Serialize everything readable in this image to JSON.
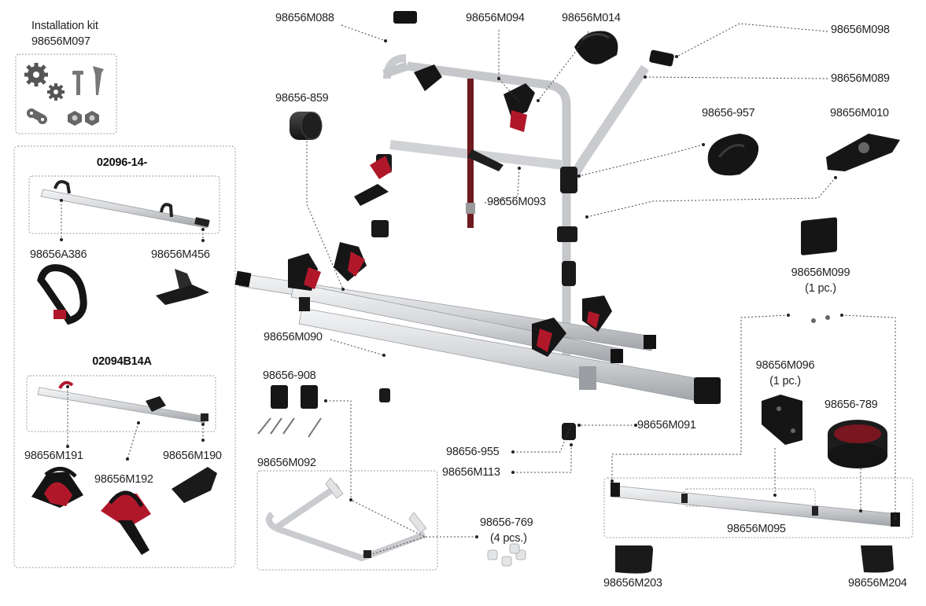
{
  "installation_kit": {
    "title": "Installation kit",
    "code": "98656M097"
  },
  "groups": {
    "bar_a": {
      "code": "02096-14-"
    },
    "bar_b": {
      "code": "02094B14A"
    }
  },
  "parts": {
    "p_a386": "98656A386",
    "p_m456": "98656M456",
    "p_m191": "98656M191",
    "p_m192": "98656M192",
    "p_m190": "98656M190",
    "p_m088": "98656M088",
    "p_m094": "98656M094",
    "p_m014": "98656M014",
    "p_m098": "98656M098",
    "p_m089": "98656M089",
    "p_859": "98656-859",
    "p_957": "98656-957",
    "p_m010": "98656M010",
    "p_m093": "98656M093",
    "p_m090": "98656M090",
    "p_908": "98656-908",
    "p_m092": "98656M092",
    "p_955": "98656-955",
    "p_m113": "98656M113",
    "p_m091": "98656M091",
    "p_769": "98656-769",
    "p_769_qty": "(4 pcs.)",
    "p_m099": "98656M099",
    "p_m099_qty": "(1 pc.)",
    "p_m096": "98656M096",
    "p_m096_qty": "(1 pc.)",
    "p_789": "98656-789",
    "p_m095": "98656M095",
    "p_m203": "98656M203",
    "p_m204": "98656M204"
  },
  "colors": {
    "frame": "#d9dadc",
    "frame_shade": "#a9abae",
    "dark_part": "#1c1c1c",
    "accent_red": "#b0182a",
    "leader": "#444444",
    "box_border": "#9a9a9a"
  }
}
